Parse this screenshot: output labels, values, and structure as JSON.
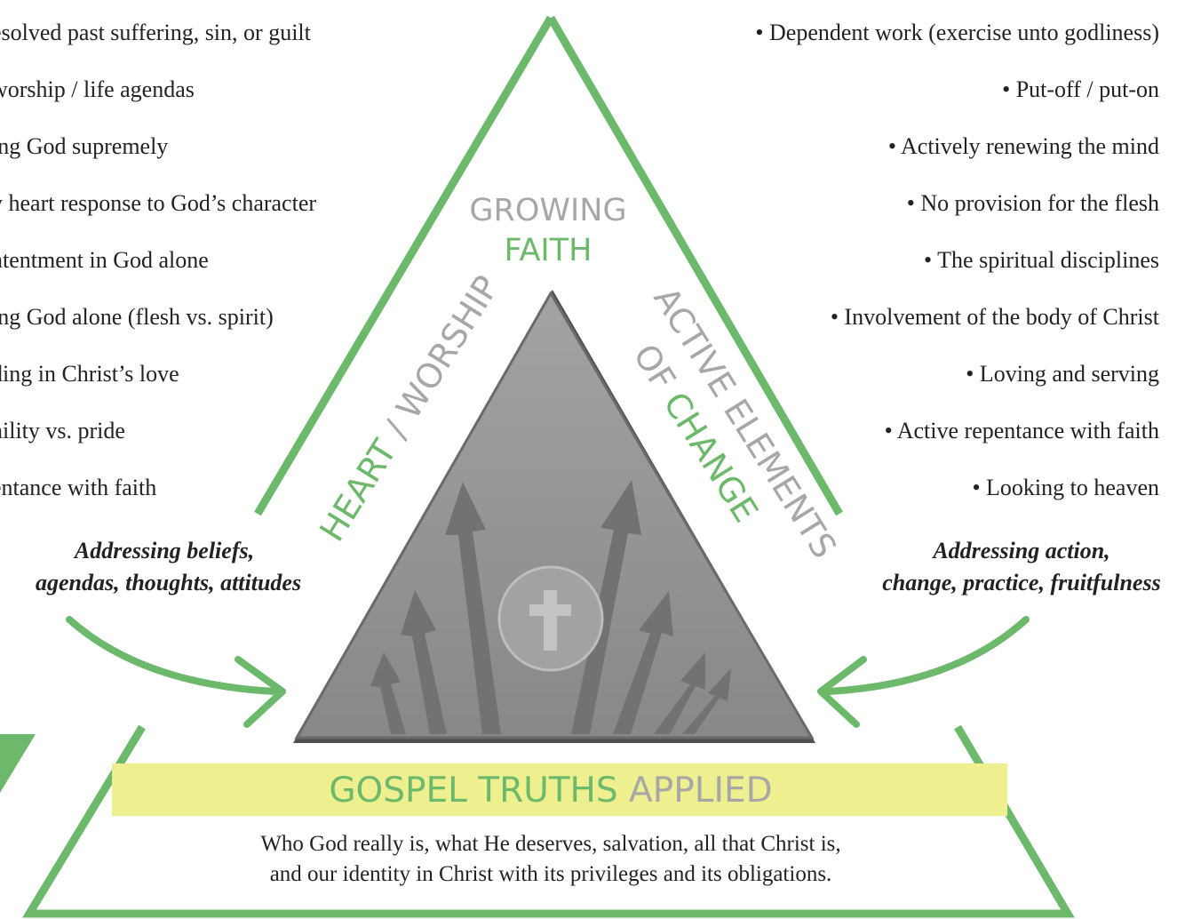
{
  "left_list": [
    "esolved past suffering, sin, or guilt",
    "worship / life agendas",
    "ing God supremely",
    "y heart response to God’s character",
    "ntentment in God alone",
    "ing God alone (flesh vs. spirit)",
    "ding in Christ’s love",
    "nility vs. pride",
    "entance with faith"
  ],
  "right_list": [
    "• Dependent work (exercise unto godliness)",
    "• Put-off / put-on",
    "• Actively renewing the mind",
    "• No provision for the flesh",
    "• The spiritual disciplines",
    "• Involvement of the body of Christ",
    "• Loving and serving",
    "• Active repentance with faith",
    "• Looking to heaven"
  ],
  "left_caption": {
    "line1": "Addressing beliefs,",
    "line2": "agendas, thoughts, attitudes"
  },
  "right_caption": {
    "line1": "Addressing action,",
    "line2": "change, practice, fruitfulness"
  },
  "top_label": {
    "grey": "GROWING",
    "green": "FAITH"
  },
  "left_side_label": {
    "green": "HEART",
    "grey": " / WORSHIP"
  },
  "right_side_label": {
    "line1": "ACTIVE ELEMENTS",
    "line2_grey": "OF ",
    "line2_green": "CHANGE"
  },
  "banner": {
    "green": "GOSPEL TRUTHS ",
    "grey": "APPLIED"
  },
  "bottom_text": {
    "line1": "Who God really is, what He deserves, salvation, all that Christ is,",
    "line2": "and our identity in Christ with its privileges and its obligations."
  },
  "colors": {
    "green": "#6db96b",
    "grey_text": "#a7a7a7",
    "banner_yellow": "#eef08f",
    "center_triangle": "#8f8f8f",
    "arrow_grey": "#727272"
  },
  "icons": {
    "center": "cross-icon"
  }
}
